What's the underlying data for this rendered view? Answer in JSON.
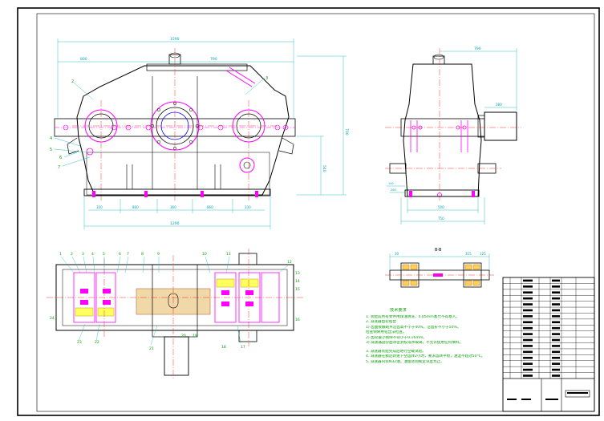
{
  "view_main": {
    "dims": {
      "overall": "1590",
      "left": "800",
      "right": "790",
      "height": "700",
      "right_small": "540",
      "bottom": [
        "320",
        "860",
        "360",
        "860",
        "330"
      ],
      "base": "1290"
    },
    "leader_labels": [
      "2",
      "3",
      "4",
      "5",
      "6",
      "7"
    ]
  },
  "view_side": {
    "dims": {
      "top": "790",
      "shaft": "280",
      "bottom_inner": "500",
      "bottom_outer": "750",
      "left_small": "190",
      "left_small2": "260"
    }
  },
  "view_plan": {
    "part_numbers": [
      "1",
      "2",
      "3",
      "4",
      "5",
      "6",
      "7",
      "8",
      "9",
      "10",
      "11",
      "12",
      "13",
      "14",
      "15",
      "16",
      "17",
      "18",
      "19",
      "20",
      "21",
      "22",
      "23",
      "24"
    ]
  },
  "view_section": {
    "label": "B-B",
    "dims": [
      "315",
      "125",
      "30"
    ]
  },
  "notes": {
    "title": "技术要求",
    "lines": [
      "1. 装配前所有零件用煤油清洗，0.05mm塞尺不得塞入。",
      "2. 减速器齿轮啮合",
      "   1) 齿面接触斑点沿齿高不小于40%，沿齿长不小于50%，",
      "   检查侧隙用铅丝法检查。",
      "   2) 齿轮最小侧隙不得小于0.16mm。",
      "   3) 减速器剖分面涂密封胶或水玻璃，不允许使用任何填料。",
      "3. 减速器装配完成后进行空载试验。",
      "4. 减速器在额定转速下空运转2小时，要求运转平稳，油温不超过50℃。",
      "5. 减速器内装N32油，油量达到规定深度为止。"
    ]
  },
  "title_block": {
    "rows": 17
  }
}
